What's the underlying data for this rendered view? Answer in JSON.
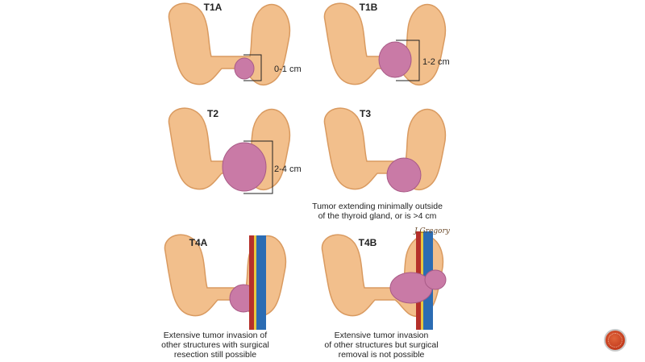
{
  "stages": [
    {
      "label": "T1A",
      "size": "0-1 cm",
      "caption": []
    },
    {
      "label": "T1B",
      "size": "1-2 cm",
      "caption": []
    },
    {
      "label": "T2",
      "size": "2-4 cm",
      "caption": []
    },
    {
      "label": "T3",
      "size": "",
      "caption": [
        "Tumor extending minimally outside",
        "of the thyroid gland, or is >4 cm"
      ]
    },
    {
      "label": "T4A",
      "size": "",
      "caption": [
        "Extensive tumor invasion of",
        "other structures with surgical",
        "resection still possible"
      ]
    },
    {
      "label": "T4B",
      "size": "",
      "caption": [
        "Extensive tumor invasion",
        "of other structures but surgical",
        "removal is not possible"
      ]
    }
  ],
  "signature": "J Gregory",
  "colors": {
    "gland": "#f2bf8c",
    "gland_shade": "#dc9a63",
    "tumor": "#c97aa6",
    "tumor_light": "#e6aacb",
    "artery": "#b5302a",
    "vein": "#2b6cb3",
    "nerve": "#e8c640",
    "nav_button": "#c23a1c"
  },
  "icons": {
    "nav": "next-slide-icon"
  }
}
